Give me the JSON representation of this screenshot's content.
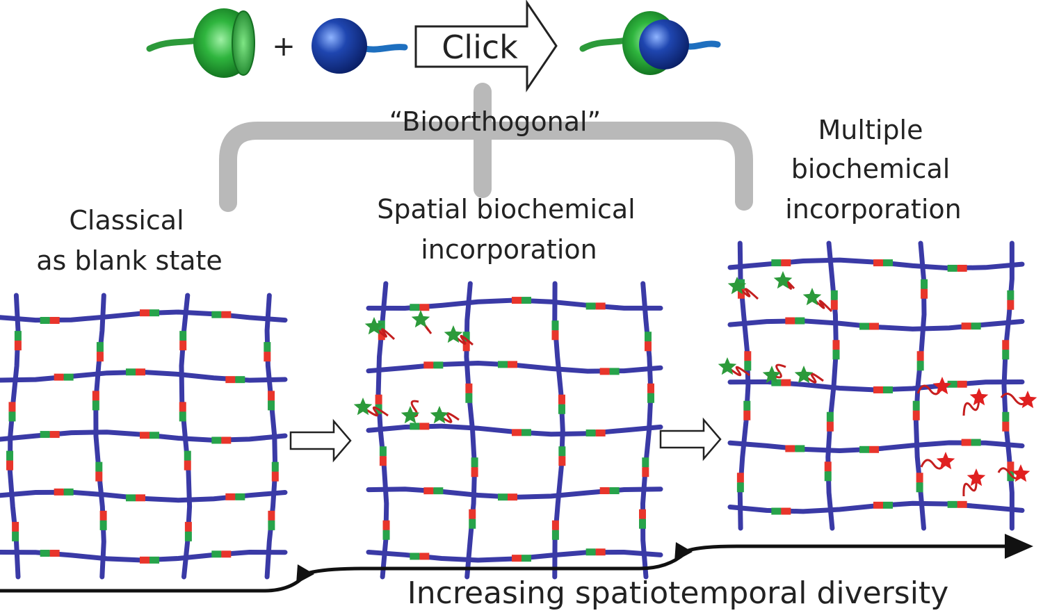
{
  "reaction": {
    "plus": "+",
    "click_label": "Click",
    "bioorthogonal_label": "“Bioorthogonal”"
  },
  "stages": [
    {
      "title_line1": "Classical",
      "title_line2": "as blank state"
    },
    {
      "title_line1": "Spatial biochemical",
      "title_line2": "incorporation"
    },
    {
      "title_line1": "Multiple",
      "title_line2": "biochemical",
      "title_line3": "incorporation"
    }
  ],
  "axis": {
    "label": "Increasing spatiotemporal diversity"
  },
  "colors": {
    "network": "#3a3aa6",
    "site_red": "#e8352b",
    "site_green": "#27a34a",
    "ligand_green": "#2c9a3a",
    "ligand_red": "#e02020",
    "host_green": "#2faa3f",
    "guest_blue": "#1d3f9a",
    "bracket": "#b9b9b9",
    "arrow": "#111111"
  }
}
